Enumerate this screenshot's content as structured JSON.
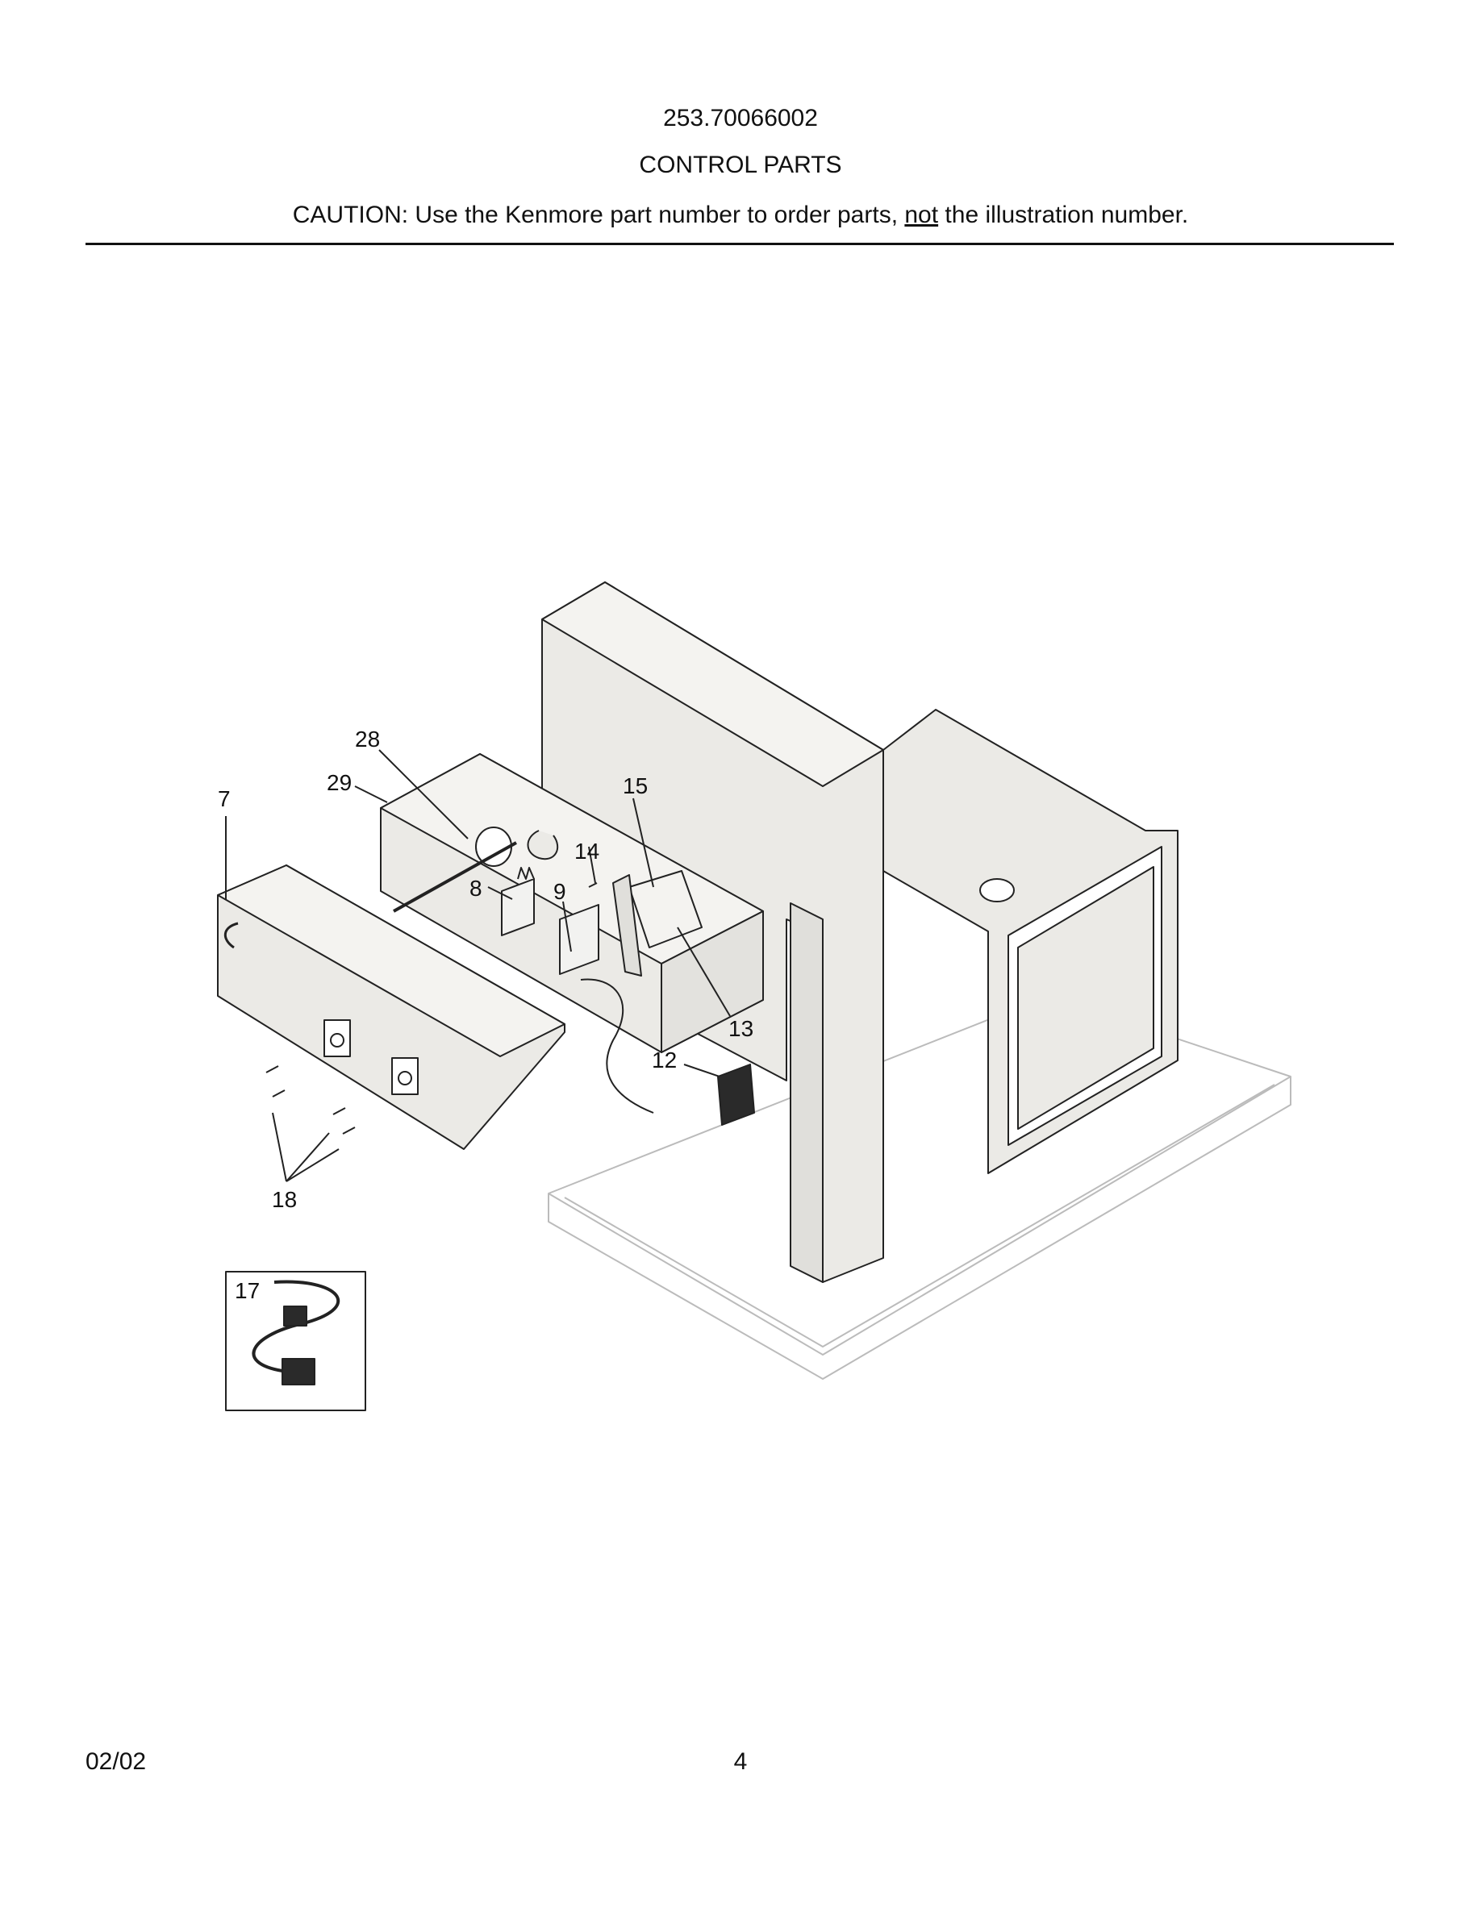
{
  "header": {
    "model_number": "253.70066002",
    "section_title": "CONTROL PARTS",
    "caution_prefix": "CAUTION: Use the Kenmore part number to order parts, ",
    "caution_emphasis": "not",
    "caution_suffix": " the illustration number."
  },
  "diagram": {
    "callouts": [
      "28",
      "29",
      "7",
      "15",
      "14",
      "8",
      "9",
      "13",
      "12",
      "18",
      "17"
    ]
  },
  "footer": {
    "date": "02/02",
    "page_number": "4"
  }
}
